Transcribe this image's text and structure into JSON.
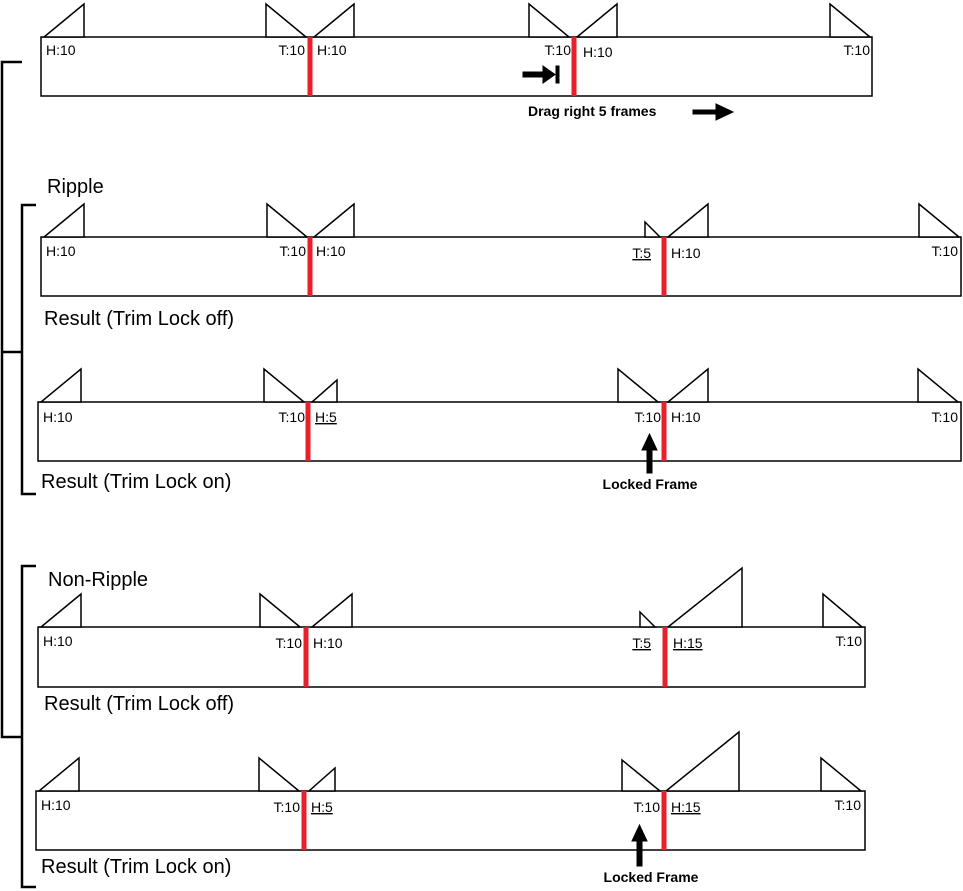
{
  "colors": {
    "edit_line": "#e8202a",
    "stroke": "#000000",
    "background": "#ffffff"
  },
  "row1": {
    "h1": "H:10",
    "t1": "T:10",
    "h2": "H:10",
    "t2": "T:10",
    "h3": "H:10",
    "t3": "T:10",
    "drag_note": "Drag right 5 frames"
  },
  "ripple": {
    "heading": "Ripple"
  },
  "row2": {
    "h1": "H:10",
    "t1": "T:10",
    "h2": "H:10",
    "t2": "T:5",
    "h3": "H:10",
    "t3": "T:10",
    "caption": "Result (Trim Lock off)"
  },
  "row3": {
    "h1": "H:10",
    "t1": "T:10",
    "h2": "H:5",
    "t2": "T:10",
    "h3": "H:10",
    "t3": "T:10",
    "caption": "Result (Trim Lock on)",
    "note": "Locked Frame"
  },
  "nonripple": {
    "heading": "Non-Ripple"
  },
  "row4": {
    "h1": "H:10",
    "t1": "T:10",
    "h2": "H:10",
    "t2": "T:5",
    "h3": "H:15",
    "t3": "T:10",
    "caption": "Result (Trim Lock off)"
  },
  "row5": {
    "h1": "H:10",
    "t1": "T:10",
    "h2": "H:5",
    "t2": "T:10",
    "h3": "H:15",
    "t3": "T:10",
    "caption": "Result (Trim Lock on)",
    "note": "Locked Frame"
  }
}
